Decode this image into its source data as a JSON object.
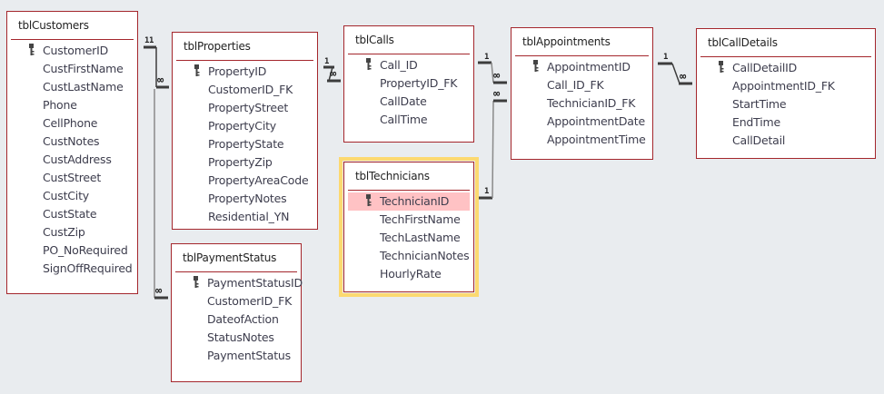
{
  "diagram": {
    "title": "Relationships",
    "tables": [
      {
        "id": "customers",
        "name": "tblCustomers",
        "primary_key": "CustomerID",
        "fields": [
          "CustomerID",
          "CustFirstName",
          "CustLastName",
          "Phone",
          "CellPhone",
          "CustNotes",
          "CustAddress",
          "CustStreet",
          "CustCity",
          "CustState",
          "CustZip",
          "PO_NoRequired",
          "SignOffRequired"
        ]
      },
      {
        "id": "properties",
        "name": "tblProperties",
        "primary_key": "PropertyID",
        "fields": [
          "PropertyID",
          "CustomerID_FK",
          "PropertyStreet",
          "PropertyCity",
          "PropertyState",
          "PropertyZip",
          "PropertyAreaCode",
          "PropertyNotes",
          "Residential_YN"
        ]
      },
      {
        "id": "paymentstatus",
        "name": "tblPaymentStatus",
        "primary_key": "PaymentStatusID",
        "fields": [
          "PaymentStatusID",
          "CustomerID_FK",
          "DateofAction",
          "StatusNotes",
          "PaymentStatus"
        ]
      },
      {
        "id": "calls",
        "name": "tblCalls",
        "primary_key": "Call_ID",
        "fields": [
          "Call_ID",
          "PropertyID_FK",
          "CallDate",
          "CallTime"
        ]
      },
      {
        "id": "technicians",
        "name": "tblTechnicians",
        "primary_key": "TechnicianID",
        "selected": true,
        "highlighted_field": "TechnicianID",
        "fields": [
          "TechnicianID",
          "TechFirstName",
          "TechLastName",
          "TechnicianNotes",
          "HourlyRate"
        ]
      },
      {
        "id": "appointments",
        "name": "tblAppointments",
        "primary_key": "AppointmentID",
        "fields": [
          "AppointmentID",
          "Call_ID_FK",
          "TechnicianID_FK",
          "AppointmentDate",
          "AppointmentTime"
        ]
      },
      {
        "id": "calldetails",
        "name": "tblCallDetails",
        "primary_key": "CallDetailID",
        "fields": [
          "CallDetailID",
          "AppointmentID_FK",
          "StartTime",
          "EndTime",
          "CallDetail"
        ]
      }
    ],
    "relationships": [
      {
        "from": "tblCustomers.CustomerID",
        "to": "tblProperties.CustomerID_FK",
        "one_label": "1",
        "many_label": "∞"
      },
      {
        "from": "tblCustomers.CustomerID",
        "to": "tblPaymentStatus.CustomerID_FK",
        "one_label": "1",
        "many_label": "∞"
      },
      {
        "from": "tblProperties.PropertyID",
        "to": "tblCalls.PropertyID_FK",
        "one_label": "1",
        "many_label": "∞"
      },
      {
        "from": "tblCalls.Call_ID",
        "to": "tblAppointments.Call_ID_FK",
        "one_label": "1",
        "many_label": "∞"
      },
      {
        "from": "tblTechnicians.TechnicianID",
        "to": "tblAppointments.TechnicianID_FK",
        "one_label": "1",
        "many_label": "∞"
      },
      {
        "from": "tblAppointments.AppointmentID",
        "to": "tblCallDetails.AppointmentID_FK",
        "one_label": "1",
        "many_label": "∞"
      }
    ],
    "colors": {
      "table_border": "#a4262c",
      "selected_outline": "#fcd970",
      "highlight_row": "#ffc2c4",
      "canvas": "#e9ecef",
      "line": "#3c3c3c"
    }
  }
}
